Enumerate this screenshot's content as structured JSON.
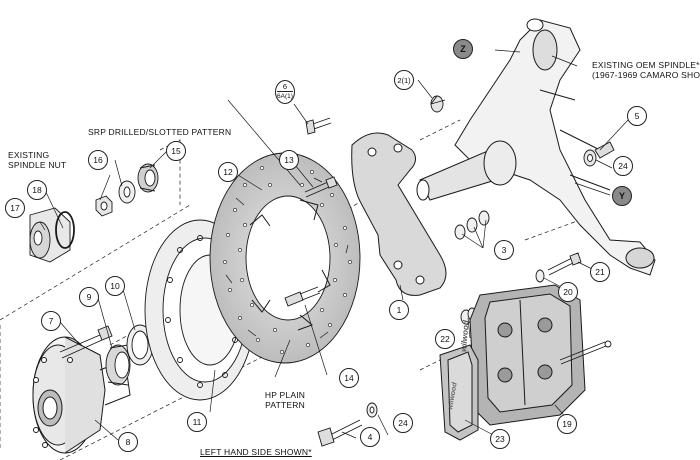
{
  "labels": {
    "existing_oem_spindle_line1": "EXISTING OEM SPINDLE*",
    "existing_oem_spindle_line2": "(1967-1969 CAMARO SHOWN)",
    "existing_spindle_nut_line1": "EXISTING",
    "existing_spindle_nut_line2": "SPINDLE NUT",
    "srp_pattern": "SRP DRILLED/SLOTTED PATTERN",
    "hp_plain_line1": "HP PLAIN",
    "hp_plain_line2": "PATTERN",
    "footer": "LEFT HAND SIDE SHOWN*"
  },
  "callouts": {
    "c1": "1",
    "c2": "2(1)",
    "c3": "3",
    "c4": "4",
    "c5": "5",
    "c6_top": "6",
    "c6_bottom": "6A(1)",
    "c7": "7",
    "c8": "8",
    "c9": "9",
    "c10": "10",
    "c11": "11",
    "c12": "12",
    "c13": "13",
    "c14": "14",
    "c15": "15",
    "c16": "16",
    "c17": "17",
    "c18": "18",
    "c19": "19",
    "c20": "20",
    "c21": "21",
    "c22": "22",
    "c23": "23",
    "c24a": "24",
    "c24b": "24",
    "cZ": "Z",
    "cY": "Y"
  },
  "caliper_brand": "wilwood",
  "colors": {
    "line": "#1a1a1a",
    "shade": "#b0b0b0",
    "letter_bubble": "#8a8a8a"
  }
}
